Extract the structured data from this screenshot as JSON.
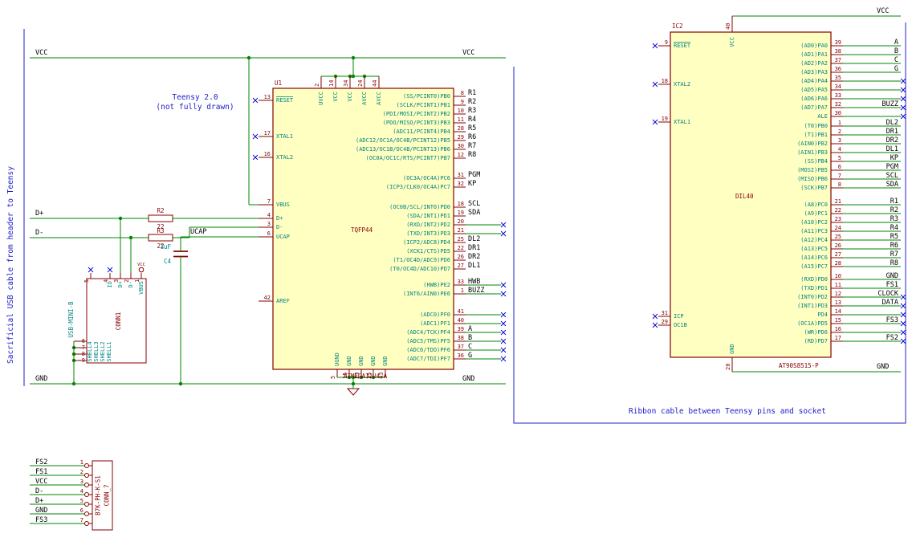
{
  "labels": {
    "vcc": "VCC",
    "gnd": "GND",
    "d_plus": "D+",
    "d_minus": "D-",
    "ucap": "UCAP"
  },
  "notes": {
    "left_vertical": "Sacrificial USB cable from header to Teensy",
    "teensy_line1": "Teensy 2.0",
    "teensy_line2": "(not fully drawn)",
    "ribbon": "Ribbon cable between Teensy pins and socket"
  },
  "u1": {
    "ref": "U1",
    "value": "ATMEGA32U4-A",
    "package": "TQFP44",
    "left_pins": [
      {
        "num": "13",
        "name": "RESET",
        "overline": true,
        "nc": true
      },
      {
        "num": "17",
        "name": "XTAL1",
        "nc": true
      },
      {
        "num": "16",
        "name": "XTAL2",
        "nc": true
      },
      {
        "num": "7",
        "name": "VBUS"
      },
      {
        "num": "4",
        "name": "D+"
      },
      {
        "num": "3",
        "name": "D-"
      },
      {
        "num": "6",
        "name": "UCAP"
      },
      {
        "num": "42",
        "name": "AREF"
      }
    ],
    "top_pins": [
      {
        "num": "2",
        "name": "UVCC"
      },
      {
        "num": "14",
        "name": "VCC"
      },
      {
        "num": "34",
        "name": "VCC"
      },
      {
        "num": "24",
        "name": "AVCC"
      },
      {
        "num": "44",
        "name": "AVCC"
      }
    ],
    "bottom_pins": [
      {
        "num": "5",
        "name": "UGND"
      },
      {
        "num": "15",
        "name": "GND"
      },
      {
        "num": "23",
        "name": "GND"
      },
      {
        "num": "35",
        "name": "GND"
      },
      {
        "num": "43",
        "name": "GND"
      }
    ],
    "right_groups": [
      {
        "pins": [
          {
            "num": "8",
            "name": "(SS/PCINT0)PB0",
            "net": "R1"
          },
          {
            "num": "9",
            "name": "(SCLK/PCINT1)PB1",
            "net": "R2"
          },
          {
            "num": "10",
            "name": "(PDI/MOSI/PCINT2)PB2",
            "net": "R3"
          },
          {
            "num": "11",
            "name": "(PDO/MISO/PCINT3)PB3",
            "net": "R4"
          },
          {
            "num": "28",
            "name": "(ADC11/PCINT4)PB4",
            "net": "R5"
          },
          {
            "num": "29",
            "name": "(ADC12/OC1A/OC4B/PCINT12)PB5",
            "net": "R6"
          },
          {
            "num": "30",
            "name": "(ADC13/OC1B/OC4B/PCINT13)PB6",
            "net": "R7"
          },
          {
            "num": "12",
            "name": "(OC0A/OC1C/RTS/PCINT7)PB7",
            "net": "R8"
          }
        ]
      },
      {
        "pins": [
          {
            "num": "31",
            "name": "(OC3A/OC4A)PC6",
            "net": "PGM"
          },
          {
            "num": "32",
            "name": "(ICP3/CLK0/OC4A)PC7",
            "net": "KP"
          }
        ]
      },
      {
        "pins": [
          {
            "num": "18",
            "name": "(OC0B/SCL/INT0)PD0",
            "net": "SCL"
          },
          {
            "num": "19",
            "name": "(SDA/INT1)PD1",
            "net": "SDA"
          },
          {
            "num": "20",
            "name": "(RXD/INT2)PD2",
            "nc": true
          },
          {
            "num": "21",
            "name": "(TXD/INT3)PD3",
            "nc": true
          },
          {
            "num": "25",
            "name": "(ICP2/ADC8)PD4",
            "net": "DL2"
          },
          {
            "num": "22",
            "name": "(XCK1/CTS)PD5",
            "net": "DR1"
          },
          {
            "num": "26",
            "name": "(T1/OC4D/ADC9)PD6",
            "net": "DR2"
          },
          {
            "num": "27",
            "name": "(T0/OC4D/ADC10)PD7",
            "net": "DL1"
          }
        ]
      },
      {
        "pins": [
          {
            "num": "33",
            "name": "(HWB)PE2",
            "net": "HWB",
            "nc": true
          },
          {
            "num": "1",
            "name": "(INT6/AIN0)PE6",
            "net": "BUZZ",
            "nc": true
          }
        ]
      },
      {
        "pins": [
          {
            "num": "41",
            "name": "(ADC0)PF0",
            "nc": true
          },
          {
            "num": "40",
            "name": "(ADC1)PF1",
            "nc": true
          },
          {
            "num": "39",
            "name": "(ADC4/TCK)PF4",
            "net": "A",
            "nc": true
          },
          {
            "num": "38",
            "name": "(ADC5/TMS)PF5",
            "net": "B",
            "nc": true
          },
          {
            "num": "37",
            "name": "(ADC6/TDO)PF6",
            "net": "C",
            "nc": true
          },
          {
            "num": "36",
            "name": "(ADC7/TDI)PF7",
            "net": "G",
            "nc": true
          }
        ]
      }
    ]
  },
  "ic2": {
    "ref": "IC2",
    "value": "AT90S8515-P",
    "package": "DIL40",
    "left_pins": [
      {
        "num": "9",
        "name": "RESET",
        "overline": true,
        "nc": true
      },
      {
        "num": "18",
        "name": "XTAL2",
        "nc": true
      },
      {
        "num": "19",
        "name": "XTAL1",
        "nc": true
      },
      {
        "num": "31",
        "name": "ICP",
        "nc": true
      },
      {
        "num": "29",
        "name": "OC1B",
        "nc": true
      }
    ],
    "top_pin": {
      "num": "40",
      "name": "VCC"
    },
    "bottom_pin": {
      "num": "20",
      "name": "GND"
    },
    "right_groups": [
      {
        "pins": [
          {
            "num": "39",
            "name": "(AD0)PA0",
            "net": "A"
          },
          {
            "num": "38",
            "name": "(AD1)PA1",
            "net": "B"
          },
          {
            "num": "37",
            "name": "(AD2)PA2",
            "net": "C"
          },
          {
            "num": "36",
            "name": "(AD3)PA3",
            "net": "G"
          },
          {
            "num": "35",
            "name": "(AD4)PA4",
            "nc": true
          },
          {
            "num": "34",
            "name": "(AD5)PA5",
            "nc": true
          },
          {
            "num": "33",
            "name": "(AD6)PA6",
            "nc": true
          },
          {
            "num": "32",
            "name": "(AD7)PA7",
            "net": "BUZZ",
            "nc": true
          }
        ]
      },
      {
        "pins": [
          {
            "num": "30",
            "name": "ALE",
            "nc": true
          }
        ]
      },
      {
        "pins": [
          {
            "num": "1",
            "name": "(T0)PB0",
            "net": "DL2"
          },
          {
            "num": "2",
            "name": "(T1)PB1",
            "net": "DR1"
          },
          {
            "num": "3",
            "name": "(AIN0)PB2",
            "net": "DR2"
          },
          {
            "num": "4",
            "name": "(AIN1)PB3",
            "net": "DL1"
          },
          {
            "num": "5",
            "name": "(SS)PB4",
            "net": "KP"
          },
          {
            "num": "6",
            "name": "(MOSI)PB5",
            "net": "PGM"
          },
          {
            "num": "7",
            "name": "(MISO)PB6",
            "net": "SCL"
          },
          {
            "num": "8",
            "name": "(SCK)PB7",
            "net": "SDA"
          }
        ]
      },
      {
        "pins": [
          {
            "num": "21",
            "name": "(A8)PC0",
            "net": "R1"
          },
          {
            "num": "22",
            "name": "(A9)PC1",
            "net": "R2"
          },
          {
            "num": "23",
            "name": "(A10)PC2",
            "net": "R3"
          },
          {
            "num": "24",
            "name": "(A11)PC3",
            "net": "R4"
          },
          {
            "num": "25",
            "name": "(A12)PC4",
            "net": "R5"
          },
          {
            "num": "26",
            "name": "(A13)PC5",
            "net": "R6"
          },
          {
            "num": "27",
            "name": "(A14)PC6",
            "net": "R7"
          },
          {
            "num": "28",
            "name": "(A15)PC7",
            "net": "R8"
          }
        ]
      },
      {
        "pins": [
          {
            "num": "10",
            "name": "(RXD)PD0",
            "net": "GND"
          },
          {
            "num": "11",
            "name": "(TXD)PD1",
            "net": "FS1"
          },
          {
            "num": "12",
            "name": "(INT0)PD2",
            "net": "CLOCK",
            "nc": true
          },
          {
            "num": "13",
            "name": "(INT1)PD3",
            "net": "DATA",
            "nc": true
          },
          {
            "num": "14",
            "name": "PD4",
            "nc": true
          },
          {
            "num": "15",
            "name": "(OC1A)PD5",
            "net": "FS3",
            "nc": true
          },
          {
            "num": "16",
            "name": "(WR)PD6",
            "nc": true
          },
          {
            "num": "17",
            "name": "(RD)PD7",
            "net": "FS2",
            "nc": true
          }
        ]
      }
    ]
  },
  "conn1": {
    "ref": "CONN1",
    "value": "USB-MINI-B",
    "vbus_flag": "VCC",
    "top_pins": [
      {
        "num": "5",
        "name": "",
        "nc": true
      },
      {
        "num": "4",
        "name": "ID",
        "nc": true
      },
      {
        "num": "3",
        "name": "D+"
      },
      {
        "num": "2",
        "name": "D-"
      },
      {
        "num": "1",
        "name": "VBUS"
      }
    ],
    "shell_pins": [
      {
        "num": "6",
        "name": "SHELL1"
      },
      {
        "num": "7",
        "name": "SHELL2"
      },
      {
        "num": "8",
        "name": "SHELL3"
      },
      {
        "num": "9",
        "name": "SHELL4"
      }
    ]
  },
  "conn7": {
    "ref": "CONN_7",
    "value": "B7K-PH-K-S1",
    "pins": [
      {
        "num": "1",
        "net": "FS2"
      },
      {
        "num": "2",
        "net": "FS1"
      },
      {
        "num": "3",
        "net": "VCC"
      },
      {
        "num": "4",
        "net": "D-"
      },
      {
        "num": "5",
        "net": "D+"
      },
      {
        "num": "6",
        "net": "GND"
      },
      {
        "num": "7",
        "net": "FS3"
      }
    ]
  },
  "r2": {
    "ref": "R2",
    "value": "22"
  },
  "r3": {
    "ref": "R3",
    "value": "22"
  },
  "c4": {
    "ref": "C4",
    "value": "1uF"
  },
  "colors": {
    "wire": "#008400",
    "component": "#840000",
    "pin_name": "#008484",
    "note_blue": "#2020C8",
    "body_fill": "#FFFFC2",
    "no_connect": "#0000D0",
    "net_label": "#000000"
  }
}
